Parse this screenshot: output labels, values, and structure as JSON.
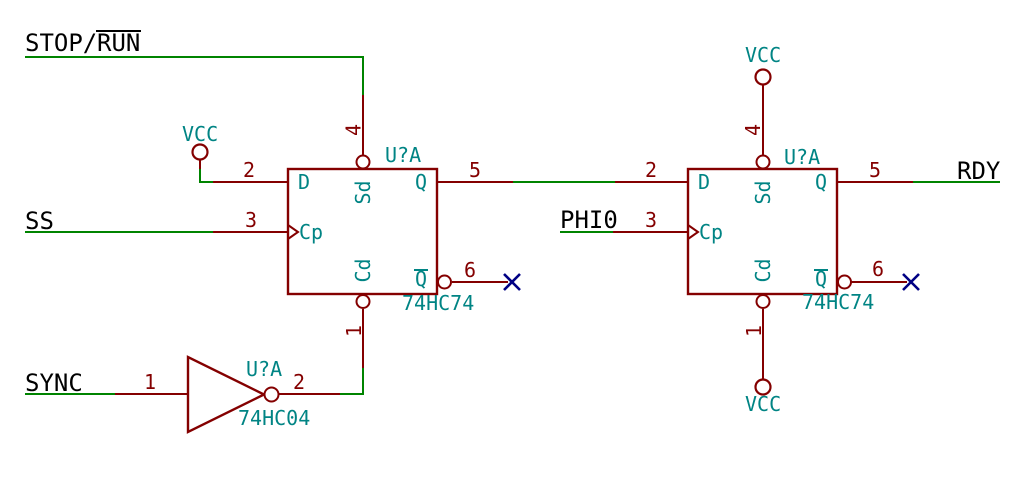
{
  "colors": {
    "wire": "#008400",
    "symbol_outline": "#840000",
    "pin_name_text": "#008484",
    "net_label_text": "#000000",
    "no_connect_mark": "#000084",
    "canvas_background": "#ffffff"
  },
  "net_labels": {
    "stop_run": {
      "prefix": "STOP/",
      "overlined": "RUN"
    },
    "ss": "SS",
    "sync": "SYNC",
    "phi0": "PHI0",
    "rdy": "RDY"
  },
  "power_label": "VCC",
  "flip_flop_left": {
    "reference": "U?A",
    "value": "74HC74",
    "pins": {
      "d": {
        "number": "2",
        "name": "D"
      },
      "clock": {
        "number": "3",
        "name": "Cp"
      },
      "set": {
        "number": "4",
        "name": "Sd"
      },
      "clear": {
        "number": "1",
        "name": "Cd"
      },
      "q": {
        "number": "5",
        "name": "Q"
      },
      "q_inv": {
        "number": "6",
        "name": "Q"
      }
    }
  },
  "flip_flop_right": {
    "reference": "U?A",
    "value": "74HC74",
    "pins": {
      "d": {
        "number": "2",
        "name": "D"
      },
      "clock": {
        "number": "3",
        "name": "Cp"
      },
      "set": {
        "number": "4",
        "name": "Sd"
      },
      "clear": {
        "number": "1",
        "name": "Cd"
      },
      "q": {
        "number": "5",
        "name": "Q"
      },
      "q_inv": {
        "number": "6",
        "name": "Q"
      }
    }
  },
  "inverter": {
    "reference": "U?A",
    "value": "74HC04",
    "pins": {
      "input": {
        "number": "1"
      },
      "output": {
        "number": "2"
      }
    }
  }
}
